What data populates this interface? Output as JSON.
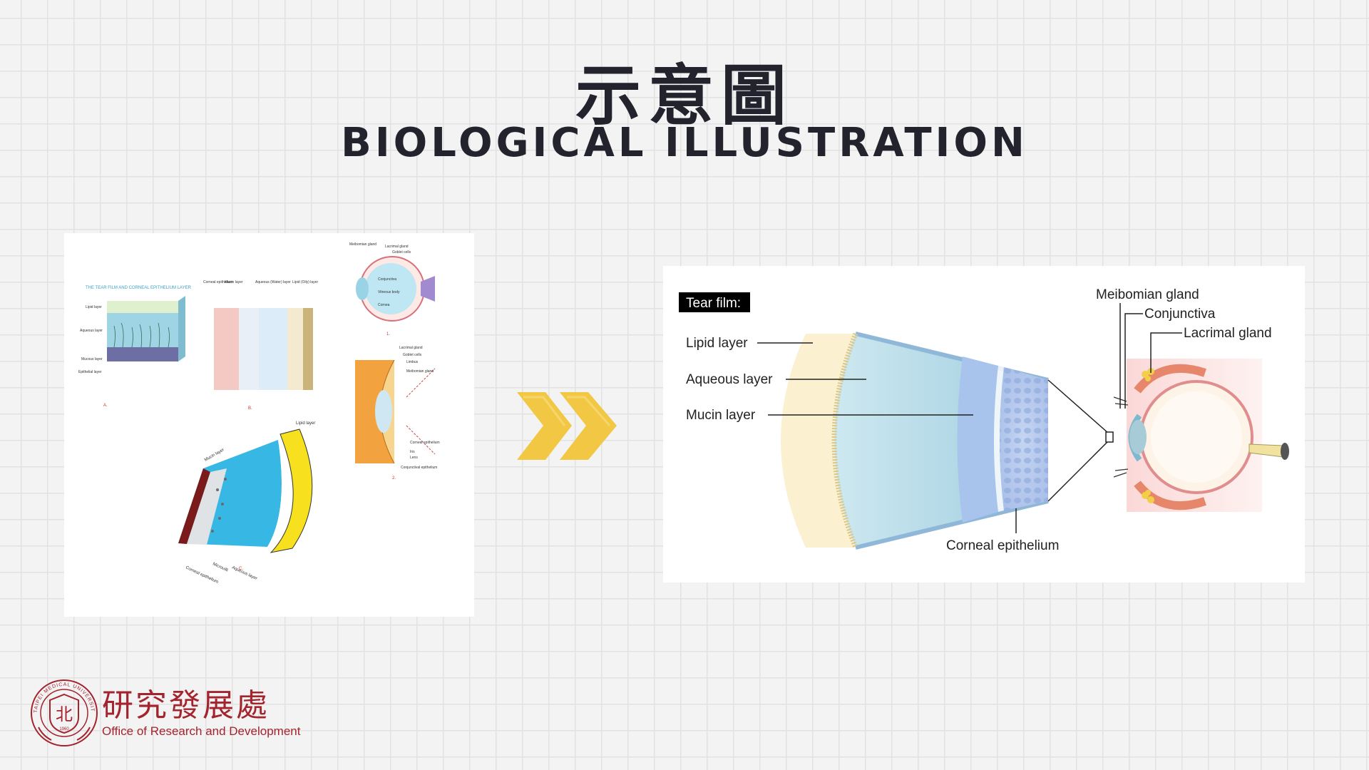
{
  "header": {
    "title_zh": "示意圖",
    "title_en": "BIOLOGICAL ILLUSTRATION"
  },
  "left_panel": {
    "a_title": "THE TEAR FILM AND CORNEAL EPITHELIUM LAYER",
    "a_labels": [
      "Lipid layer",
      "Aqueous layer",
      "Mucous layer",
      "Epithelial layer"
    ],
    "a_caption": "A.",
    "b_labels": [
      "Corneal epithelium",
      "Mucin layer",
      "Aqueous (Water) layer",
      "Lipid (Oily) layer"
    ],
    "b_caption": "B.",
    "d1_labels": [
      "Meibomian gland",
      "Lacrimal gland",
      "Goblet cells",
      "Conjunctiva",
      "Vitreous body",
      "Cornea"
    ],
    "d1_caption": "1.",
    "d2_labels": [
      "Lacrimal gland",
      "Goblet cells",
      "Limbus",
      "Meibomian gland",
      "Corneal epithelium",
      "Iris",
      "Lens",
      "Conjunctival epithelium"
    ],
    "d2_caption": "2.",
    "c_labels": [
      "Lipid layer",
      "Mucin layer",
      "Microvilli",
      "Aqueous layer",
      "Corneal epithelium"
    ],
    "c_caption": "C."
  },
  "right_panel": {
    "badge": "Tear film:",
    "layer_labels": [
      "Lipid layer",
      "Aqueous layer",
      "Mucin layer"
    ],
    "bottom_label": "Corneal epithelium",
    "eye_labels": [
      "Meibomian gland",
      "Conjunctiva",
      "Lacrimal gland"
    ]
  },
  "footer": {
    "org_zh": "研究發展處",
    "org_en": "Office of Research and Development",
    "logo_text": "TAIPEI MEDICAL UNIVERSITY",
    "logo_year": "1960"
  },
  "colors": {
    "title": "#23232e",
    "arrow": "#f2c744",
    "brand_red": "#a4242e",
    "aqueous": "#bfe3ee",
    "lipid": "#fbf0cf",
    "mucin": "#8aaedc"
  }
}
